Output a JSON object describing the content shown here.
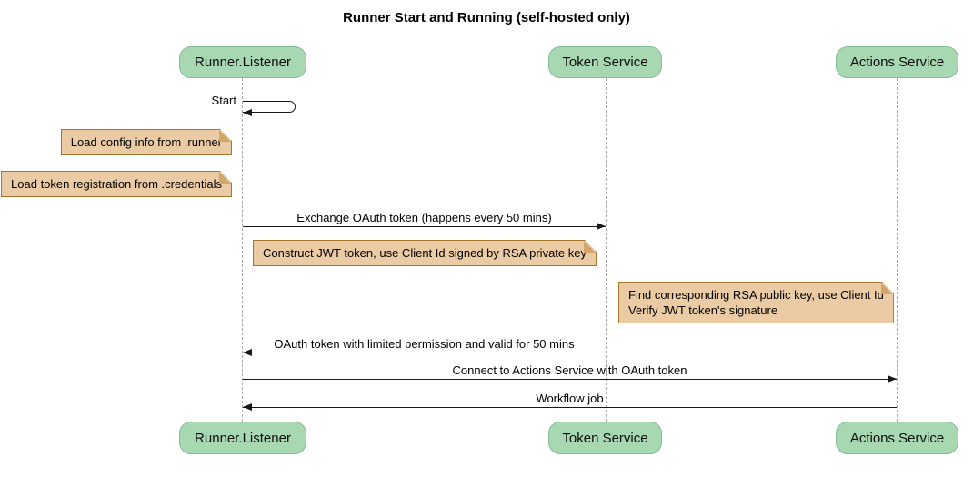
{
  "title": "Runner Start and Running (self-hosted only)",
  "diagram_type": "sequence",
  "participants": [
    {
      "label": "Runner.Listener"
    },
    {
      "label": "Token Service"
    },
    {
      "label": "Actions Service"
    }
  ],
  "self_message": {
    "label": "Start",
    "participant": "Runner.Listener"
  },
  "notes": [
    {
      "attached_to": "Runner.Listener",
      "side": "left",
      "lines": [
        "Load config info from .runner"
      ]
    },
    {
      "attached_to": "Runner.Listener",
      "side": "left",
      "lines": [
        "Load token registration from .credentials"
      ]
    },
    {
      "attached_to": "Runner.Listener",
      "side": "between Runner.Listener and Token Service",
      "lines": [
        "Construct JWT token, use Client Id signed by RSA private key"
      ]
    },
    {
      "attached_to": "Token Service",
      "side": "right",
      "lines": [
        "Find corresponding RSA public key, use Client Id",
        "Verify JWT token's signature"
      ]
    }
  ],
  "messages": [
    {
      "label": "Exchange OAuth token (happens every 50 mins)",
      "from": "Runner.Listener",
      "to": "Token Service",
      "direction": "right"
    },
    {
      "label": "OAuth token with limited permission and valid for 50 mins",
      "from": "Token Service",
      "to": "Runner.Listener",
      "direction": "left"
    },
    {
      "label": "Connect to Actions Service with OAuth token",
      "from": "Runner.Listener",
      "to": "Actions Service",
      "direction": "right"
    },
    {
      "label": "Workflow job",
      "from": "Actions Service",
      "to": "Runner.Listener",
      "direction": "left"
    }
  ],
  "colors": {
    "participant_fill": "#A8D8B2",
    "participant_border": "#84BE95",
    "note_fill": "#EACBA3",
    "note_border": "#A5742D",
    "lifeline": "#A9A9A9",
    "arrow": "#181818",
    "background": "#FFFFFF"
  }
}
